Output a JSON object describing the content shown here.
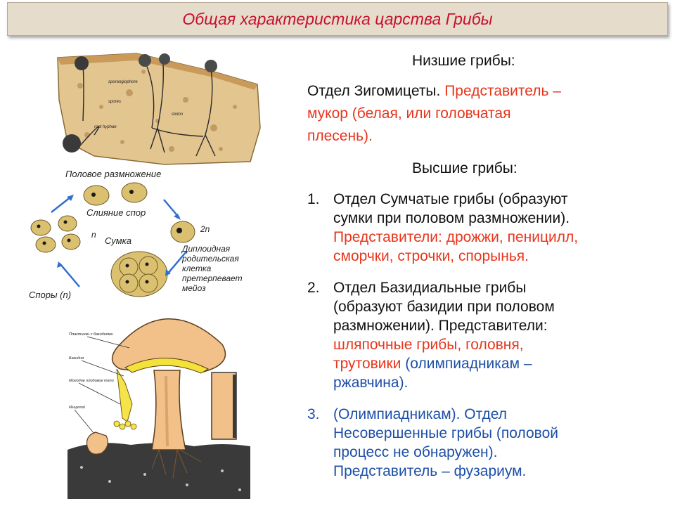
{
  "title": "Общая характеристика царства Грибы",
  "images": {
    "mucor": {
      "icon": "mucor-mold-on-bread-illustration",
      "labels": [
        "sporangiophore",
        "spores",
        "stolon",
        "root hyphae"
      ]
    },
    "cycle": {
      "icon": "ascomycete-life-cycle-diagram",
      "labels": {
        "sexual": "Половое размножение",
        "fusion": "Слияние спор",
        "n": "n",
        "two_n": "2n",
        "ascus": "Сумка",
        "diploid": [
          "Диплоидная",
          "родительская",
          "клетка",
          "претерпевает",
          "мейоз"
        ],
        "spores": "Споры (n)"
      }
    },
    "mushroom": {
      "icon": "basidiomycete-mushroom-illustration",
      "labels": [
        "Пластинки с базидиями",
        "Базидия",
        "Молодое плодовое тело",
        "Мицелий"
      ]
    }
  },
  "lower": {
    "heading": "Низшие грибы:",
    "line1_black": "Отдел Зигомицеты.",
    "line1_red": "Представитель –",
    "line2_red": "мукор (белая, или головчатая",
    "line3_red": "плесень)."
  },
  "higher": {
    "heading": "Высшие грибы:",
    "items": [
      {
        "num": "1.",
        "l1": "Отдел Сумчатые грибы (образуют",
        "l2": "сумки при половом размножении).",
        "l3": "Представители: дрожжи, пеницилл,",
        "l4": "сморчки, строчки, спорынья."
      },
      {
        "num": "2.",
        "l1": "Отдел Базидиальные грибы",
        "l2": "(образуют базидии при половом",
        "l3": "размножении). Представители:",
        "l4": "шляпочные грибы, головня,",
        "l5_red": "трутовики",
        "l5_blue": "(олимпиадникам –",
        "l6_blue": "ржавчина)."
      },
      {
        "num": "3.",
        "l1": "(Олимпиадникам). Отдел",
        "l2": "Несовершенные грибы (половой",
        "l3": "процесс не обнаружен).",
        "l4": "Представитель – фузариум."
      }
    ]
  },
  "colors": {
    "red": "#e8351c",
    "blue": "#1d4fa8",
    "title": "#c8102e",
    "title_bg": "#e6dccb"
  }
}
